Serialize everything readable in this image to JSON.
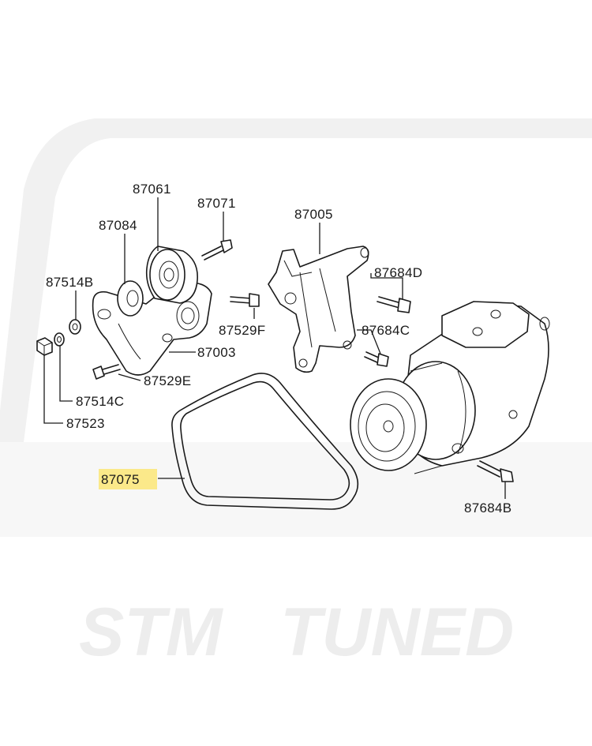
{
  "watermark": {
    "brand_left": "STM",
    "brand_right": "TUNED"
  },
  "colors": {
    "line": "#1a1a1a",
    "highlight": "#fbe98a",
    "watermark": "#ededed"
  },
  "parts": [
    {
      "id": "87061",
      "label": "87061"
    },
    {
      "id": "87071",
      "label": "87071"
    },
    {
      "id": "87005",
      "label": "87005"
    },
    {
      "id": "87084",
      "label": "87084"
    },
    {
      "id": "87514B",
      "label": "87514B"
    },
    {
      "id": "87684D",
      "label": "87684D"
    },
    {
      "id": "87529F",
      "label": "87529F"
    },
    {
      "id": "87684C",
      "label": "87684C"
    },
    {
      "id": "87003",
      "label": "87003"
    },
    {
      "id": "87529E",
      "label": "87529E"
    },
    {
      "id": "87514C",
      "label": "87514C"
    },
    {
      "id": "87523",
      "label": "87523"
    },
    {
      "id": "87075",
      "label": "87075",
      "highlighted": true
    },
    {
      "id": "87684B",
      "label": "87684B"
    }
  ]
}
